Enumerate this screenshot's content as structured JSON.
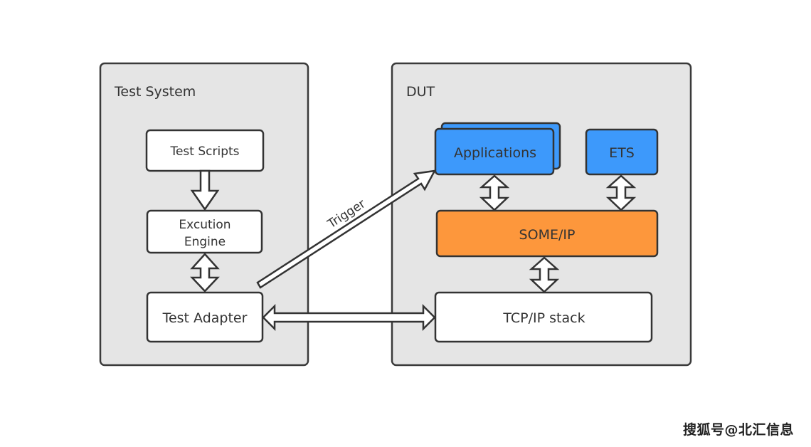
{
  "diagram": {
    "panels": {
      "test_system": {
        "title": "Test System"
      },
      "dut": {
        "title": "DUT"
      }
    },
    "nodes": {
      "test_scripts": {
        "label": "Test Scripts"
      },
      "execution_engine": {
        "line1": "Excution",
        "line2": "Engine"
      },
      "test_adapter": {
        "label": "Test Adapter"
      },
      "applications": {
        "label": "Applications"
      },
      "ets": {
        "label": "ETS"
      },
      "someip": {
        "label": "SOME/IP"
      },
      "tcpip": {
        "label": "TCP/IP stack"
      }
    },
    "edges": {
      "trigger": {
        "label": "Trigger",
        "from": "Test Adapter",
        "to": "Applications",
        "direction": "one-way"
      },
      "scripts_to_engine": {
        "from": "Test Scripts",
        "to": "Excution Engine",
        "direction": "one-way"
      },
      "engine_adapter": {
        "from": "Excution Engine",
        "to": "Test Adapter",
        "direction": "bidirectional"
      },
      "adapter_tcpip": {
        "from": "Test Adapter",
        "to": "TCP/IP stack",
        "direction": "bidirectional"
      },
      "apps_someip": {
        "from": "Applications",
        "to": "SOME/IP",
        "direction": "bidirectional"
      },
      "ets_someip": {
        "from": "ETS",
        "to": "SOME/IP",
        "direction": "bidirectional"
      },
      "someip_tcpip": {
        "from": "SOME/IP",
        "to": "TCP/IP stack",
        "direction": "bidirectional"
      }
    },
    "colors": {
      "panel_fill": "#e5e5e5",
      "blue": "#3d99fb",
      "orange": "#fd973c",
      "white": "#ffffff",
      "stroke": "#333333"
    }
  },
  "watermark": "搜狐号@北汇信息"
}
